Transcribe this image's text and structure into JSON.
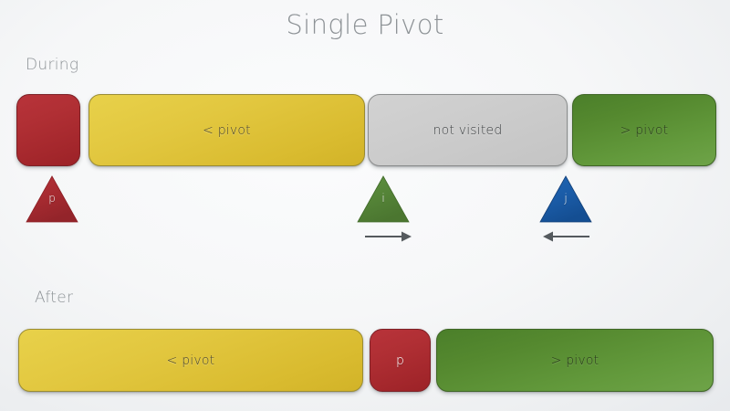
{
  "slide": {
    "title": "Single Pivot",
    "background_color": "#f2f4f6"
  },
  "sections": {
    "during": {
      "label": "During",
      "bars": [
        {
          "name": "pivot-block",
          "text": "",
          "color": "#ad2c32",
          "kind": "red"
        },
        {
          "name": "less-than-pivot",
          "text": "< pivot",
          "color": "#ddc237",
          "kind": "yellow"
        },
        {
          "name": "not-visited",
          "text": "not visited",
          "color": "#cacaca",
          "kind": "gray"
        },
        {
          "name": "greater-than-pivot",
          "text": "> pivot",
          "color": "#5b8f33",
          "kind": "green"
        }
      ],
      "markers": [
        {
          "name": "pivot-marker",
          "label": "p",
          "color": "#a02a30"
        },
        {
          "name": "i-marker",
          "label": "i",
          "color": "#56873a"
        },
        {
          "name": "j-marker",
          "label": "j",
          "color": "#1a5ba6"
        }
      ],
      "arrows": [
        {
          "name": "i-direction",
          "glyph": "right"
        },
        {
          "name": "j-direction",
          "glyph": "left"
        }
      ]
    },
    "after": {
      "label": "After",
      "bars": [
        {
          "name": "less-than-pivot",
          "text": "< pivot",
          "color": "#ddc237",
          "kind": "yellow"
        },
        {
          "name": "pivot-block",
          "text": "p",
          "color": "#ad2c32",
          "kind": "red"
        },
        {
          "name": "greater-than-pivot",
          "text": "> pivot",
          "color": "#5b8f33",
          "kind": "green"
        }
      ]
    }
  }
}
